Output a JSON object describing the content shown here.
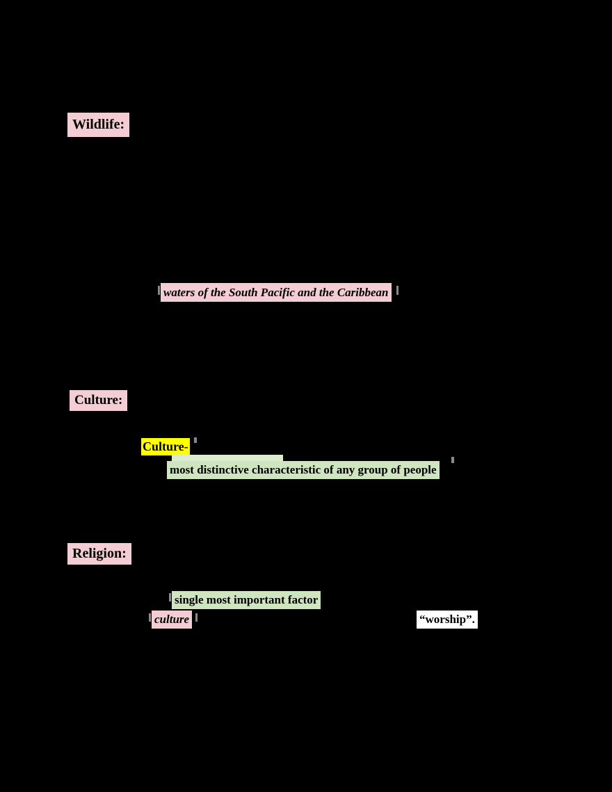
{
  "page": {
    "background_color": "#000000",
    "text_color": "#000000"
  },
  "colors": {
    "pink_highlight": "#f4ccd3",
    "green_highlight": "#cfe5c0",
    "green_highlight_light": "#dcedcf",
    "yellow_highlight": "#ffff00",
    "white_highlight": "#ffffff"
  },
  "highlights": {
    "wildlife_heading": {
      "text": "Wildlife:",
      "color": "#f4ccd3"
    },
    "waters_phrase": {
      "text": "waters of the South Pacific and the Caribbean",
      "color": "#f4ccd3"
    },
    "culture_heading": {
      "text": "Culture:",
      "color": "#f4ccd3"
    },
    "culture_term": {
      "text": "Culture-",
      "color": "#ffff00"
    },
    "distinctive_phrase": {
      "text": "most distinctive characteristic of any group of people",
      "color": "#cfe5c0"
    },
    "religion_heading": {
      "text": "Religion:",
      "color": "#f4ccd3"
    },
    "important_factor_phrase": {
      "text": "single most important factor",
      "color": "#cfe5c0"
    },
    "culture_word": {
      "text": "culture",
      "color": "#f4ccd3"
    },
    "worship_phrase": {
      "text": "“worship”.",
      "color": "#ffffff"
    }
  }
}
